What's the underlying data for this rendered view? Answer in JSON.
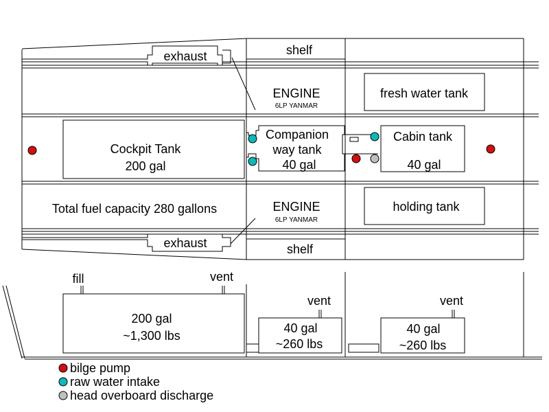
{
  "plan": {
    "exhaust_top": "exhaust",
    "exhaust_bottom": "exhaust",
    "shelf_top": "shelf",
    "shelf_bottom": "shelf",
    "engine_top": {
      "title": "ENGINE",
      "model": "6LP YANMAR"
    },
    "engine_bottom": {
      "title": "ENGINE",
      "model": "6LP YANMAR"
    },
    "fresh_water_tank": "fresh water tank",
    "holding_tank": "holding tank",
    "cockpit_tank": {
      "name": "Cockpit Tank",
      "capacity": "200 gal"
    },
    "companionway_tank": {
      "name_line1": "Companion",
      "name_line2": "way tank",
      "capacity": "40 gal"
    },
    "cabin_tank": {
      "name": "Cabin tank",
      "capacity": "40 gal"
    },
    "total_capacity": "Total fuel capacity 280 gallons"
  },
  "profile": {
    "cockpit": {
      "fill": "fill",
      "vent": "vent",
      "capacity": "200 gal",
      "weight": "~1,300 lbs"
    },
    "companionway": {
      "vent": "vent",
      "capacity": "40 gal",
      "weight": "~260 lbs"
    },
    "cabin": {
      "vent": "vent",
      "capacity": "40 gal",
      "weight": "~260 lbs"
    }
  },
  "legend": [
    {
      "label": "bilge pump",
      "color": "#d01010"
    },
    {
      "label": "raw water intake",
      "color": "#10b8b8"
    },
    {
      "label": "head overboard discharge",
      "color": "#c0c0c0"
    }
  ],
  "colors": {
    "bilge": "#d01010",
    "raw": "#10b8b8",
    "head": "#c0c0c0"
  }
}
